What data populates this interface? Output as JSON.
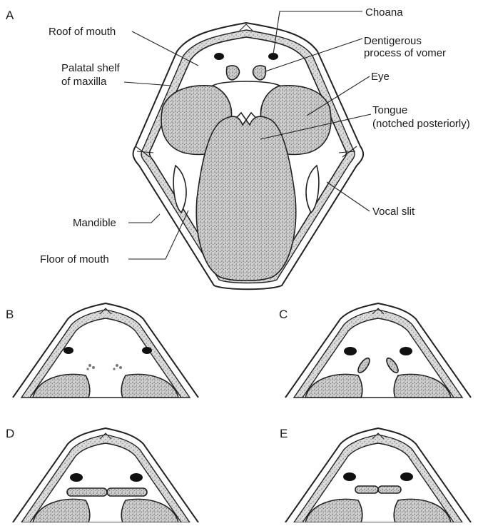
{
  "panels": {
    "a": "A",
    "b": "B",
    "c": "C",
    "d": "D",
    "e": "E"
  },
  "labels": {
    "choana": "Choana",
    "roof_of_mouth": "Roof of mouth",
    "dentigerous_1": "Dentigerous",
    "dentigerous_2": "process of vomer",
    "palatal_1": "Palatal shelf",
    "palatal_2": "of maxilla",
    "eye": "Eye",
    "tongue_1": "Tongue",
    "tongue_2": "(notched posteriorly)",
    "mandible": "Mandible",
    "vocal_slit": "Vocal slit",
    "floor_of_mouth": "Floor of mouth"
  }
}
